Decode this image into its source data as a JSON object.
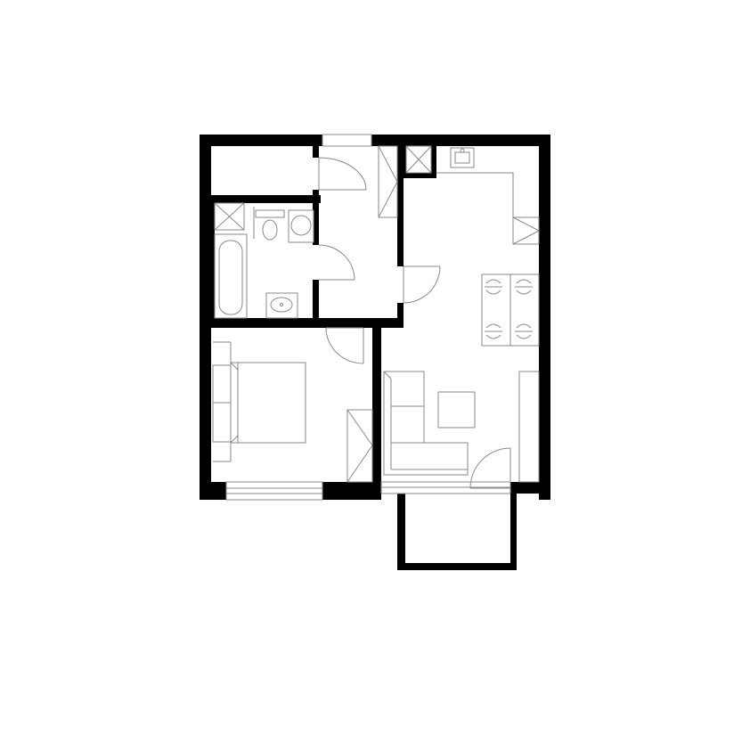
{
  "plan": {
    "wall_color": "#000000",
    "line_color": "#8a8a8a",
    "background_color": "#ffffff",
    "rooms": [
      "storage",
      "hallway",
      "bathroom",
      "bedroom",
      "living-kitchen",
      "balcony"
    ]
  }
}
